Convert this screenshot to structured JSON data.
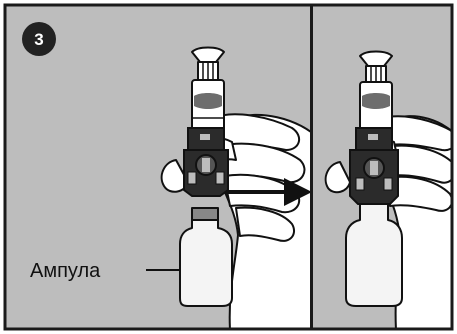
{
  "step": {
    "number": "3"
  },
  "callout": {
    "label": "Ампула"
  },
  "colors": {
    "panel_background": "#bdbdbd",
    "border": "#1a1a1a",
    "badge": "#222222",
    "device_dark": "#2b2b2b",
    "vial_fill": "#f4f4f4"
  },
  "panels": [
    {
      "id": "before",
      "device_state": "ampoule-detached"
    },
    {
      "id": "after",
      "device_state": "ampoule-attached"
    }
  ],
  "icons": [
    "step-number-badge",
    "transfer-arrow-icon",
    "syringe-icon",
    "adapter-icon",
    "vial-icon",
    "hand-icon"
  ]
}
